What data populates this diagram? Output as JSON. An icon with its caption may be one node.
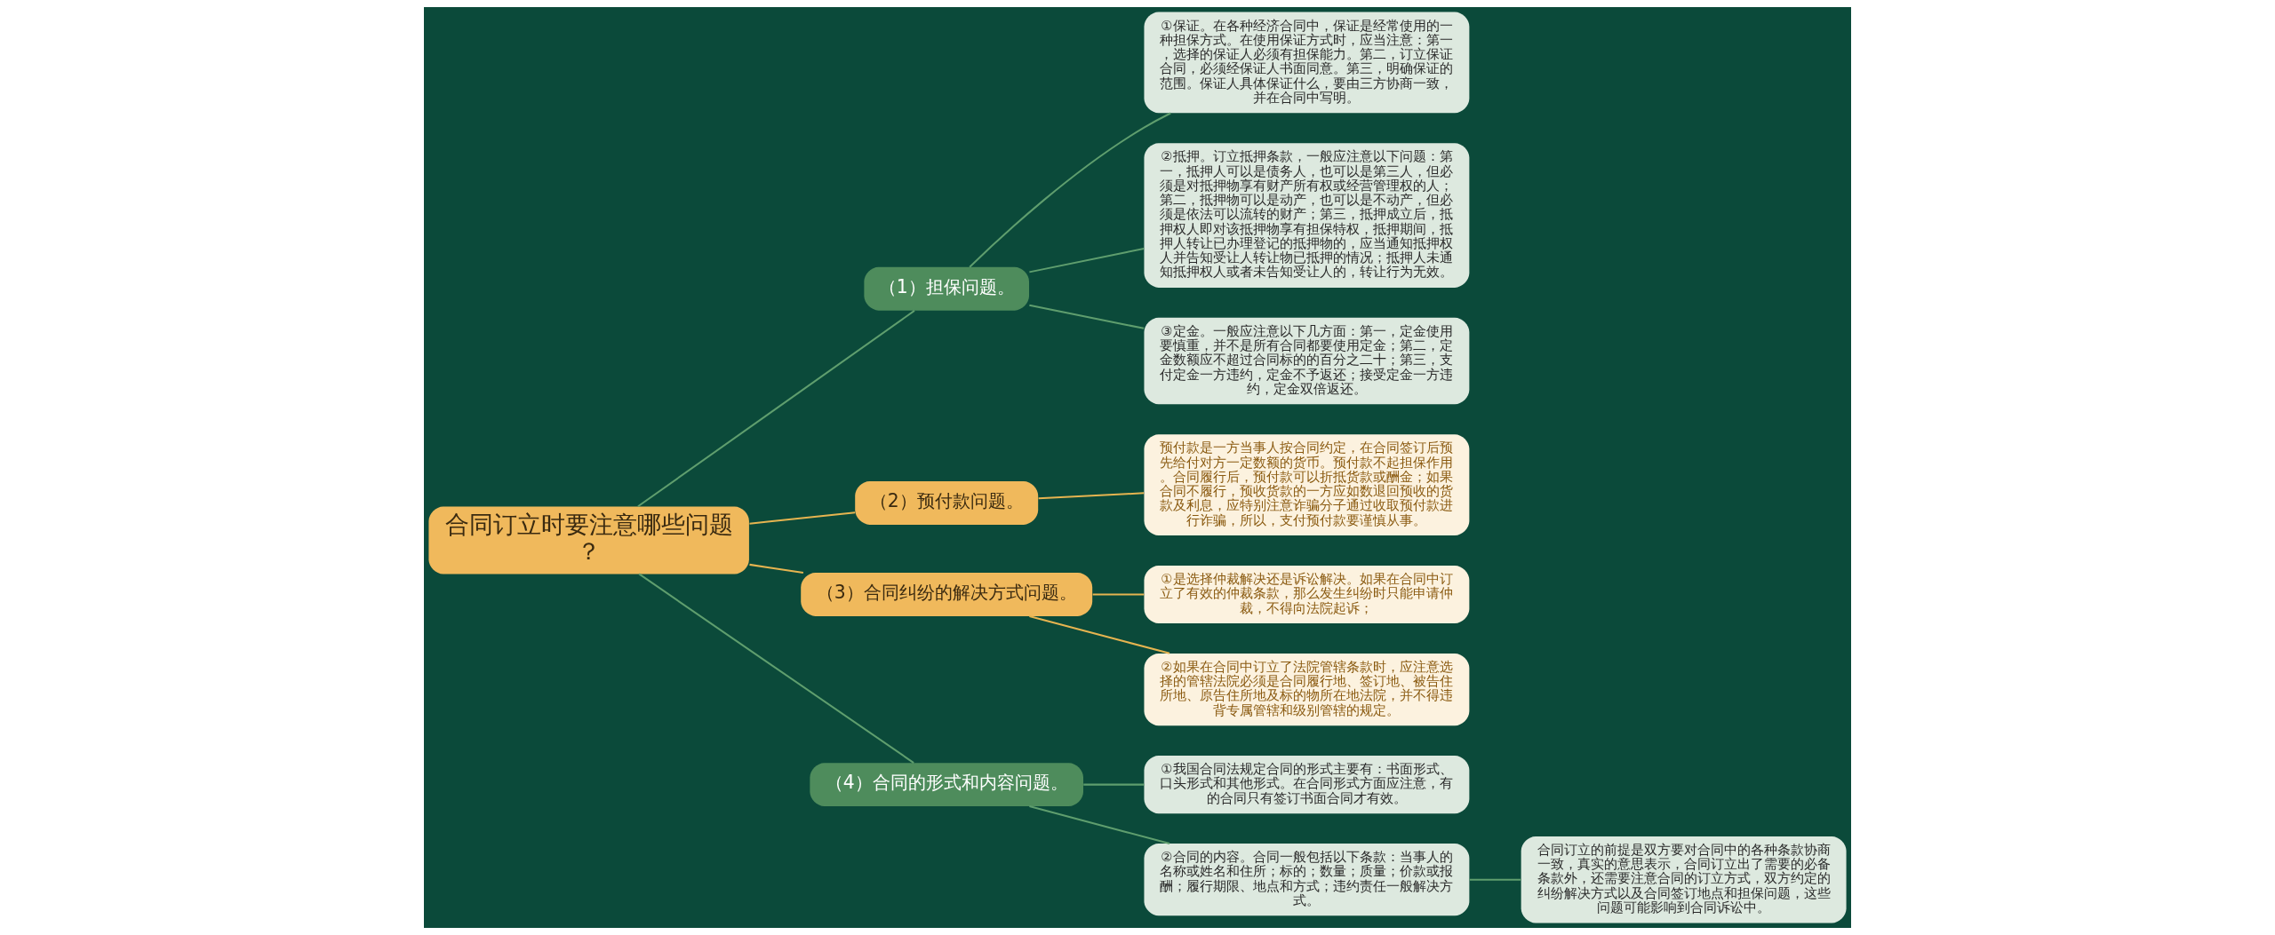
{
  "diagram": {
    "nodes": [
      {
        "text": [
          "合同订立时要注意哪些问题？"
        ]
      },
      {
        "text": [
          "（1）担保问题。"
        ]
      },
      {
        "text": [
          "①保证。在各种经济合同中，保证是经常使用的一种担保方式。在使用保证方式时，应当注意：第一，选择的保证人必须有担保能力。第二，订立保证合同，必须经保证人书面同意。第三，明确保证的范围。保证人具体保证什么，要由三方协商一致，并在合同中写明。"
        ]
      },
      {
        "text": [
          "②抵押。订立抵押条款，一般应注意以下问题：第一，抵押人可以是债务人，也可以是第三人，但必须是对抵押物享有财产所有权或经营管理权的人；第二，抵押物可以是动产，也可以是不动产，但必须是依法可以流转的财产；第三，抵押成立后，抵押权人即对该抵押物享有担保特权，抵押期间，抵押人转让已办理登记的抵押物的，应当通知抵押权人并告知受让人转让物已抵押的情况；抵押人未通知抵押权人或者未告知受让人的，转让行为无效。"
        ]
      },
      {
        "text": [
          "③定金。一般应注意以下几方面：第一，定金使用要慎重，并不是所有合同都要使用定金；第二，定金数额应不超过合同标的的百分之二十；第三，支付定金一方违约，定金不予返还；接受定金一方违约，定金双倍返还。"
        ]
      },
      {
        "text": [
          "（2）预付款问题。"
        ]
      },
      {
        "text": [
          "预付款是一方当事人按合同约定，在合同签订后预先给付对方一定数额的货币。预付款不起担保作用。合同履行后，预付款可以折抵货款或酬金；如果合同不履行，预收货款的一方应如数退回预收的货款及利息，应特别注意诈骗分子通过收取预付款进行诈骗，所以，支付预付款要谨慎从事。"
        ]
      },
      {
        "text": [
          "（3）合同纠纷的解决方式问题。"
        ]
      },
      {
        "text": [
          "①是选择仲裁解决还是诉讼解决。如果在合同中订立了有效的仲裁条款，那么发生纠纷时只能申请仲裁，不得向法院起诉；"
        ]
      },
      {
        "text": [
          "②如果在合同中订立了法院管辖条款时，应注意选择的管辖法院必须是合同履行地、签订地、被告住所地、原告住所地及标的物所在地法院，并不得违背专属管辖和级别管辖的规定。"
        ]
      },
      {
        "text": [
          "（4）合同的形式和内容问题。"
        ]
      },
      {
        "text": [
          "①我国合同法规定合同的形式主要有：书面形式、口头形式和其他形式。在合同形式方面应注意，有的合同只有签订书面合同才有效。"
        ]
      },
      {
        "text": [
          "②合同的内容。合同一般包括以下条款：当事人的名称或姓名和住所；标的；数量；质量；价款或报酬；履行期限、地点和方式；违约责任一般解决方式。"
        ]
      },
      {
        "text": [
          "合同订立的前提是双方要对合同中的各种条款协商一致，真实的意思表示，合同订立出了需要的必备条款外，还需要注意合同的订立方式，双方约定的纠纷解决方式以及合同签订地点和担保问题，这些问题可能影响到合同诉讼中。"
        ]
      }
    ],
    "edges": [
      {
        "from": 0,
        "to": 1,
        "arrow": "none"
      },
      {
        "from": 1,
        "to": 2,
        "arrow": "none"
      },
      {
        "from": 1,
        "to": 3,
        "arrow": "none"
      },
      {
        "from": 1,
        "to": 4,
        "arrow": "none"
      },
      {
        "from": 0,
        "to": 5,
        "arrow": "none",
        "color": "#e6b450"
      },
      {
        "from": 5,
        "to": 6,
        "arrow": "none",
        "color": "#e6b450"
      },
      {
        "from": 0,
        "to": 7,
        "arrow": "none",
        "color": "#e6b450"
      },
      {
        "from": 7,
        "to": 8,
        "arrow": "none",
        "color": "#e6b450"
      },
      {
        "from": 7,
        "to": 9,
        "arrow": "none",
        "color": "#e6b450"
      },
      {
        "from": 0,
        "to": 10,
        "arrow": "none"
      },
      {
        "from": 10,
        "to": 11,
        "arrow": "none"
      },
      {
        "from": 10,
        "to": 12,
        "arrow": "none"
      },
      {
        "from": 12,
        "to": 13,
        "arrow": "none"
      }
    ]
  }
}
